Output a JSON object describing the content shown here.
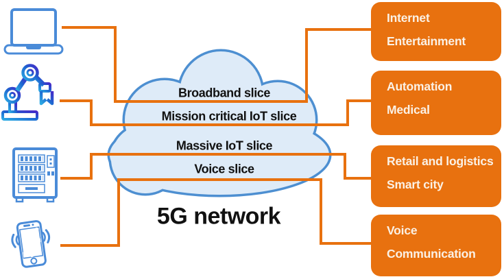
{
  "colors": {
    "orange": "#E8710F",
    "cloud-fill": "#DEEBF8",
    "cloud-stroke": "#4D8FD1",
    "box-text": "#FBF1E5",
    "ink": "#111111",
    "icon-blue": "#4A8BD8",
    "vending-fill": "#BFDAF5",
    "laptop-base": "#AFD0F2",
    "phone-fill": "#D8E8F8",
    "phone-screen": "#C2DAF3",
    "robot-from": "#2CA9E3",
    "robot-to": "#4629C8"
  },
  "cloud": {
    "network_label": "5G network",
    "slices": [
      {
        "label": "Broadband slice"
      },
      {
        "label": "Mission critical IoT slice"
      },
      {
        "label": "Massive IoT slice"
      },
      {
        "label": "Voice slice"
      }
    ]
  },
  "devices": [
    {
      "name": "laptop",
      "connects_to": "Broadband slice"
    },
    {
      "name": "robot-arm",
      "connects_to": "Mission critical IoT slice"
    },
    {
      "name": "vending-machine",
      "connects_to": "Massive IoT slice"
    },
    {
      "name": "smartphone",
      "connects_to": "Voice slice"
    }
  ],
  "use_cases": [
    {
      "slice": "Broadband slice",
      "lines": [
        "Internet",
        "Entertainment"
      ]
    },
    {
      "slice": "Mission critical IoT slice",
      "lines": [
        "Automation",
        "Medical"
      ]
    },
    {
      "slice": "Massive IoT slice",
      "lines": [
        "Retail and logistics",
        "Smart city"
      ]
    },
    {
      "slice": "Voice slice",
      "lines": [
        "Voice",
        "Communication"
      ]
    }
  ]
}
